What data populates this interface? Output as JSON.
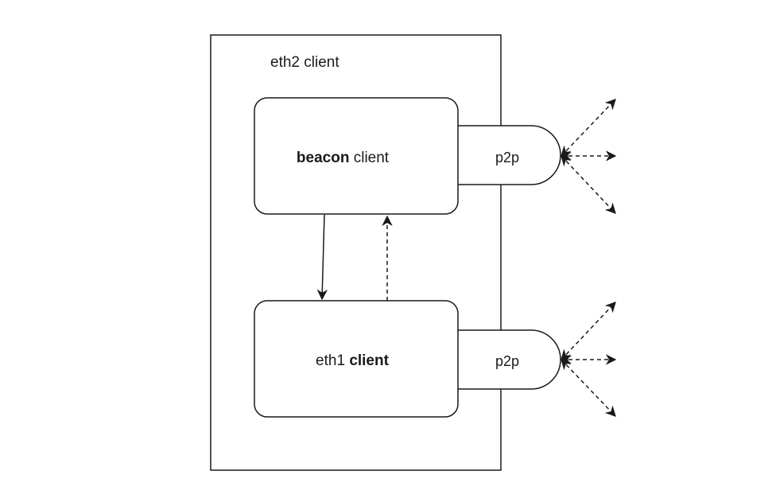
{
  "outer": {
    "label": "eth2 client"
  },
  "beacon": {
    "label_bold": "beacon",
    "label_rest": " client"
  },
  "eth1": {
    "label_regular": "eth1 ",
    "label_bold": " client"
  },
  "p2p_top": {
    "label": "p2p"
  },
  "p2p_bottom": {
    "label": "p2p"
  },
  "colors": {
    "stroke": "#1a1a1a",
    "background": "#ffffff"
  }
}
